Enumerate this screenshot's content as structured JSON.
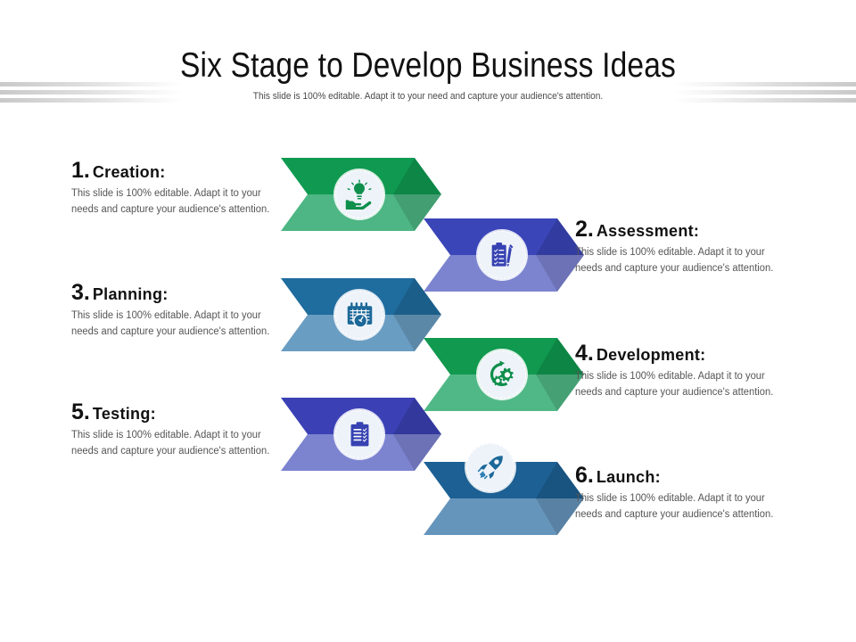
{
  "slide": {
    "title": "Six Stage to Develop Business Ideas",
    "subtitle": "This slide is 100% editable. Adapt it to your need and capture your audience's attention.",
    "background": "#FFFFFF"
  },
  "decor": {
    "stripe_count": 3,
    "stripe_color": "#C9C9C9"
  },
  "body_text": "This slide is 100% editable. Adapt it to your needs and capture your audience's attention.",
  "stages": [
    {
      "number": "1.",
      "name": "Creation:",
      "body": "This slide is 100% editable. Adapt it to your needs and capture your audience's attention.",
      "icon": "hand-holding-lightbulb-icon",
      "color_dark": "#109A51",
      "color_light": "#4DB684",
      "icon_color": "#0E8F4C",
      "side": "left"
    },
    {
      "number": "2.",
      "name": "Assessment:",
      "body": "This slide is 100% editable. Adapt it to your needs and capture your audience's attention.",
      "icon": "clipboard-pencil-icon",
      "color_dark": "#3A45B8",
      "color_light": "#7C84D0",
      "icon_color": "#3742B2",
      "side": "right"
    },
    {
      "number": "3.",
      "name": "Planning:",
      "body": "This slide is 100% editable. Adapt it to your needs and capture your audience's attention.",
      "icon": "calendar-clock-icon",
      "color_dark": "#1F6C9E",
      "color_light": "#6A9DC2",
      "icon_color": "#1C6898",
      "side": "left"
    },
    {
      "number": "4.",
      "name": "Development:",
      "body": "This slide is 100% editable. Adapt it to your needs and capture your audience's attention.",
      "icon": "gears-refresh-icon",
      "color_dark": "#10994F",
      "color_light": "#50B886",
      "icon_color": "#0E8F4C",
      "side": "right"
    },
    {
      "number": "5.",
      "name": "Testing:",
      "body": "This slide is 100% editable. Adapt it to your needs and capture your audience's attention.",
      "icon": "checklist-clipboard-icon",
      "color_dark": "#3B41B5",
      "color_light": "#7C84D0",
      "icon_color": "#3742B2",
      "side": "left"
    },
    {
      "number": "6.",
      "name": "Launch:",
      "body": "This slide is 100% editable. Adapt it to your needs and capture your audience's attention.",
      "icon": "rocket-icon",
      "color_dark": "#1D6093",
      "color_light": "#6695BC",
      "icon_color": "#1C6898",
      "side": "right"
    }
  ]
}
